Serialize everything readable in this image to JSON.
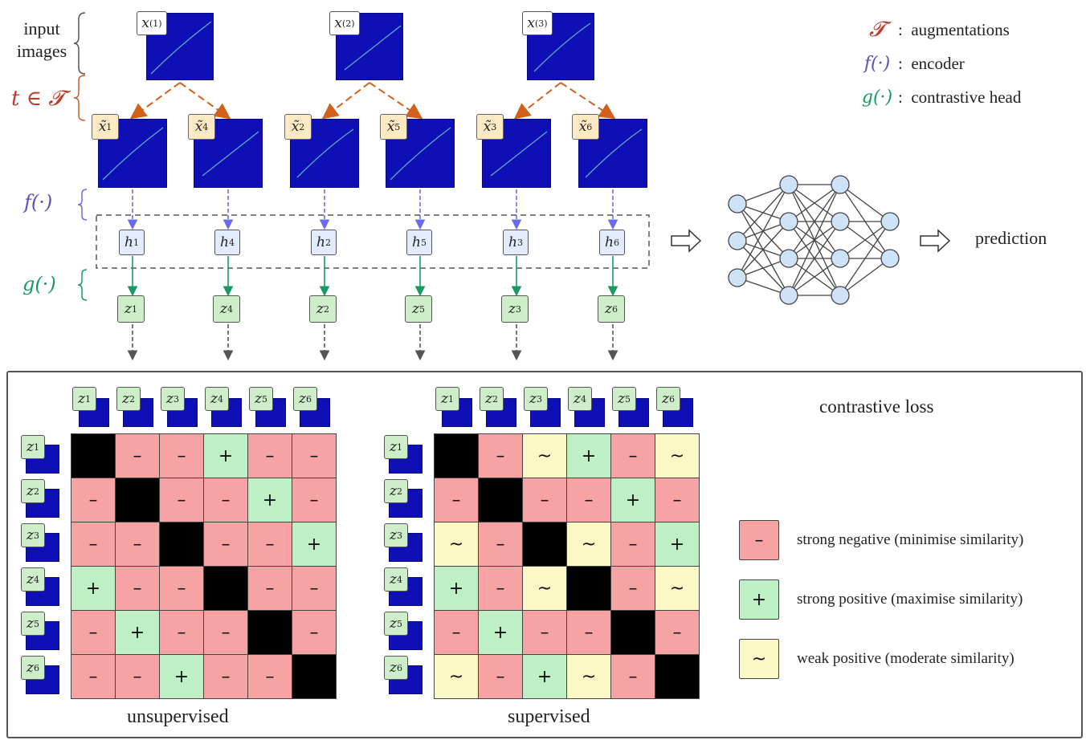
{
  "labels": {
    "input_images": [
      "input",
      "images"
    ],
    "t_in_T": "t ∈ 𝓣",
    "f": "f(·)",
    "g": "g(·)",
    "prediction": "prediction",
    "contrastive_loss": "contrastive loss",
    "unsupervised": "unsupervised",
    "supervised": "supervised"
  },
  "legend_top": [
    {
      "symbol": "𝓣",
      "text": ":  augmentations",
      "color": "#c0392b"
    },
    {
      "symbol": "f(·)",
      "text": ":  encoder",
      "color": "#5b4fb8"
    },
    {
      "symbol": "g(·)",
      "text": ":  contrastive head",
      "color": "#1a9a63"
    }
  ],
  "inputs": [
    {
      "base": "x",
      "sup": "(1)"
    },
    {
      "base": "x",
      "sup": "(2)"
    },
    {
      "base": "x",
      "sup": "(3)"
    }
  ],
  "augmented": [
    {
      "base": "x̃",
      "sub": "1"
    },
    {
      "base": "x̃",
      "sub": "4"
    },
    {
      "base": "x̃",
      "sub": "2"
    },
    {
      "base": "x̃",
      "sub": "5"
    },
    {
      "base": "x̃",
      "sub": "3"
    },
    {
      "base": "x̃",
      "sub": "6"
    }
  ],
  "h_nodes": [
    {
      "base": "h",
      "sub": "1"
    },
    {
      "base": "h",
      "sub": "4"
    },
    {
      "base": "h",
      "sub": "2"
    },
    {
      "base": "h",
      "sub": "5"
    },
    {
      "base": "h",
      "sub": "3"
    },
    {
      "base": "h",
      "sub": "6"
    }
  ],
  "z_nodes": [
    {
      "base": "z",
      "sub": "1"
    },
    {
      "base": "z",
      "sub": "4"
    },
    {
      "base": "z",
      "sub": "2"
    },
    {
      "base": "z",
      "sub": "5"
    },
    {
      "base": "z",
      "sub": "3"
    },
    {
      "base": "z",
      "sub": "6"
    }
  ],
  "matrix_headers": [
    {
      "base": "z",
      "sub": "1"
    },
    {
      "base": "z",
      "sub": "2"
    },
    {
      "base": "z",
      "sub": "3"
    },
    {
      "base": "z",
      "sub": "4"
    },
    {
      "base": "z",
      "sub": "5"
    },
    {
      "base": "z",
      "sub": "6"
    }
  ],
  "unsupervised_matrix": [
    [
      "D",
      "-",
      "-",
      "+",
      "-",
      "-"
    ],
    [
      "-",
      "D",
      "-",
      "-",
      "+",
      "-"
    ],
    [
      "-",
      "-",
      "D",
      "-",
      "-",
      "+"
    ],
    [
      "+",
      "-",
      "-",
      "D",
      "-",
      "-"
    ],
    [
      "-",
      "+",
      "-",
      "-",
      "D",
      "-"
    ],
    [
      "-",
      "-",
      "+",
      "-",
      "-",
      "D"
    ]
  ],
  "supervised_matrix": [
    [
      "D",
      "-",
      "~",
      "+",
      "-",
      "~"
    ],
    [
      "-",
      "D",
      "-",
      "-",
      "+",
      "-"
    ],
    [
      "~",
      "-",
      "D",
      "~",
      "-",
      "+"
    ],
    [
      "+",
      "-",
      "~",
      "D",
      "-",
      "~"
    ],
    [
      "-",
      "+",
      "-",
      "-",
      "D",
      "-"
    ],
    [
      "~",
      "-",
      "+",
      "~",
      "-",
      "D"
    ]
  ],
  "legend_bottom": [
    {
      "symbol": "–",
      "text": "strong negative (minimise similarity)",
      "kind": "neg"
    },
    {
      "symbol": "+",
      "text": "strong positive (maximise similarity)",
      "kind": "pos"
    },
    {
      "symbol": "~",
      "text": "weak positive (moderate similarity)",
      "kind": "weak"
    }
  ],
  "colors": {
    "negative": "#f7a3a3",
    "positive": "#bff0c5",
    "weak": "#fbf8c6",
    "diagonal": "#000000",
    "image": "#0e0fb4",
    "aug_arrow": "#d0601a",
    "f_arrow": "#6b6bf0",
    "g_arrow": "#1a9a63",
    "node": "#cfe3f8"
  }
}
